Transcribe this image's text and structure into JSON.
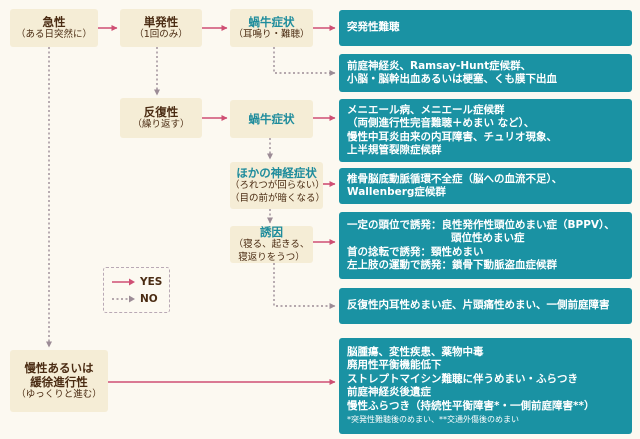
{
  "colors": {
    "accent_pink": "#cf4f74",
    "connector_gray": "#9c8c96",
    "result_teal": "#1a92a3",
    "node_beige": "#f5edd6"
  },
  "nodes": {
    "acute": {
      "title": "急性",
      "sub": "（ある日突然に）"
    },
    "single": {
      "title": "単発性",
      "sub": "（1回のみ）"
    },
    "cochlear1": {
      "title": "蝸牛症状",
      "sub": "（耳鳴り・難聴）"
    },
    "recurrent": {
      "title": "反復性",
      "sub": "（繰り返す）"
    },
    "cochlear2": {
      "title": "蝸牛症状"
    },
    "other_neuro": {
      "title": "ほかの神経症状",
      "sub1": "（ろれつが回らない）",
      "sub2": "（目の前が暗くなる）"
    },
    "trigger": {
      "title": "誘因",
      "sub1": "（寝る、起きる、",
      "sub2": "寝返りをうつ）"
    },
    "chronic": {
      "title1": "慢性あるいは",
      "title2": "緩徐進行性",
      "sub": "（ゆっくりと進む）"
    }
  },
  "results": {
    "r1": [
      "突発性難聴"
    ],
    "r2": [
      "前庭神経炎、Ramsay-Hunt症候群、",
      "小脳・脳幹出血あるいは梗塞、くも膜下出血"
    ],
    "r3": [
      "メニエール病、メニエール症候群",
      "（両側進行性完音難聴＋めまい など）、",
      "慢性中耳炎由来の内耳障害、チュリオ現象、",
      "上半規管裂隙症候群"
    ],
    "r4": [
      "椎骨脳底動脈循環不全症（脳への血流不足）、",
      "Wallenberg症候群"
    ],
    "r5": [
      "一定の頭位で誘発：良性発作性頭位めまい症（BPPV）、",
      "頭位性めまい症",
      "首の捻転で誘発：頸性めまい",
      "左上肢の運動で誘発：鎖骨下動脈盗血症候群"
    ],
    "r6": [
      "反復性内耳性めまい症、片頭痛性めまい、一側前庭障害"
    ],
    "r7": [
      "脳腫瘍、変性疾患、薬物中毒",
      "廃用性平衡機能低下",
      "ストレプトマイシン難聴に伴うめまい・ふらつき",
      "前庭神経炎後遺症",
      "慢性ふらつき（持続性平衡障害*・一側前庭障害**）"
    ],
    "r7_note": "*突発性難聴後のめまい、**交通外傷後のめまい"
  },
  "legend": {
    "yes": "YES",
    "no": "NO"
  }
}
